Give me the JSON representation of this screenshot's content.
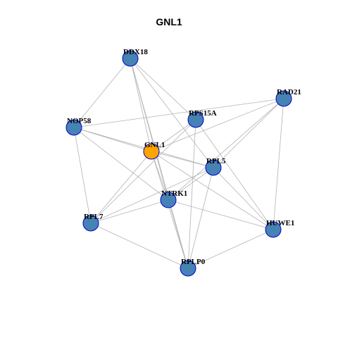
{
  "title": "GNL1",
  "colors": {
    "node_default": "#4682b4",
    "node_center": "#ffa500",
    "node_border": "#0000cd",
    "edge": "#b3b3b3"
  },
  "nodes": [
    {
      "id": "DDX18",
      "label": "DDX18",
      "role": "default"
    },
    {
      "id": "RAD21",
      "label": "RAD21",
      "role": "default"
    },
    {
      "id": "RPS15A",
      "label": "RPS15A",
      "role": "default"
    },
    {
      "id": "NOP58",
      "label": "NOP58",
      "role": "default"
    },
    {
      "id": "GNL1",
      "label": "GNL1",
      "role": "center"
    },
    {
      "id": "RPL5",
      "label": "RPL5",
      "role": "default"
    },
    {
      "id": "NTRK1",
      "label": "NTRK1",
      "role": "default"
    },
    {
      "id": "RPL7",
      "label": "RPL7",
      "role": "default"
    },
    {
      "id": "HUWE1",
      "label": "HUWE1",
      "role": "default"
    },
    {
      "id": "RPLP0",
      "label": "RPLP0",
      "role": "default"
    }
  ],
  "edges": [
    [
      "DDX18",
      "NOP58"
    ],
    [
      "DDX18",
      "GNL1"
    ],
    [
      "DDX18",
      "RPL5"
    ],
    [
      "DDX18",
      "NTRK1"
    ],
    [
      "DDX18",
      "RPLP0"
    ],
    [
      "DDX18",
      "RPS15A"
    ],
    [
      "RAD21",
      "NOP58"
    ],
    [
      "RAD21",
      "GNL1"
    ],
    [
      "RAD21",
      "RPL5"
    ],
    [
      "RAD21",
      "NTRK1"
    ],
    [
      "RAD21",
      "HUWE1"
    ],
    [
      "RPS15A",
      "RPL7"
    ],
    [
      "RPS15A",
      "RPLP0"
    ],
    [
      "RPS15A",
      "HUWE1"
    ],
    [
      "RPS15A",
      "GNL1"
    ],
    [
      "NOP58",
      "GNL1"
    ],
    [
      "NOP58",
      "RPL5"
    ],
    [
      "NOP58",
      "NTRK1"
    ],
    [
      "NOP58",
      "RPL7"
    ],
    [
      "GNL1",
      "RPL5"
    ],
    [
      "GNL1",
      "NTRK1"
    ],
    [
      "GNL1",
      "RPL7"
    ],
    [
      "GNL1",
      "RPLP0"
    ],
    [
      "GNL1",
      "HUWE1"
    ],
    [
      "RPL5",
      "RPL7"
    ],
    [
      "RPL5",
      "NTRK1"
    ],
    [
      "RPL5",
      "RPLP0"
    ],
    [
      "RPL5",
      "HUWE1"
    ],
    [
      "NTRK1",
      "RPL7"
    ],
    [
      "NTRK1",
      "HUWE1"
    ],
    [
      "NTRK1",
      "RPLP0"
    ],
    [
      "RPL7",
      "RPLP0"
    ],
    [
      "HUWE1",
      "RPLP0"
    ]
  ]
}
